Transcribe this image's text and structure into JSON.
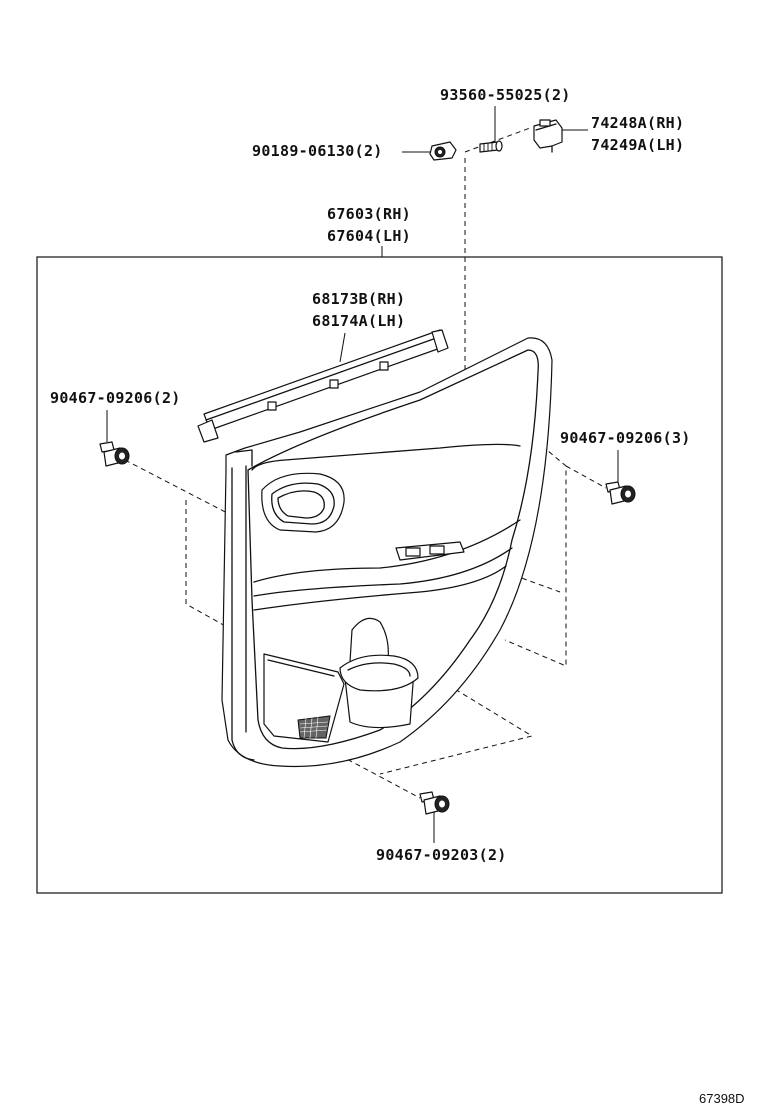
{
  "labels": {
    "screw": "93560-55025(2)",
    "nut": "90189-06130(2)",
    "switch_base_rh": "74248A(RH)",
    "switch_base_lh": "74249A(LH)",
    "board_rh": "67603(RH)",
    "board_lh": "67604(LH)",
    "weatherstrip_rh": "68173B(RH)",
    "weatherstrip_lh": "68174A(LH)",
    "clip_left": "90467-09206(2)",
    "clip_right": "90467-09206(3)",
    "clip_bottom": "90467-09203(2)"
  },
  "figure_id": "67398D"
}
